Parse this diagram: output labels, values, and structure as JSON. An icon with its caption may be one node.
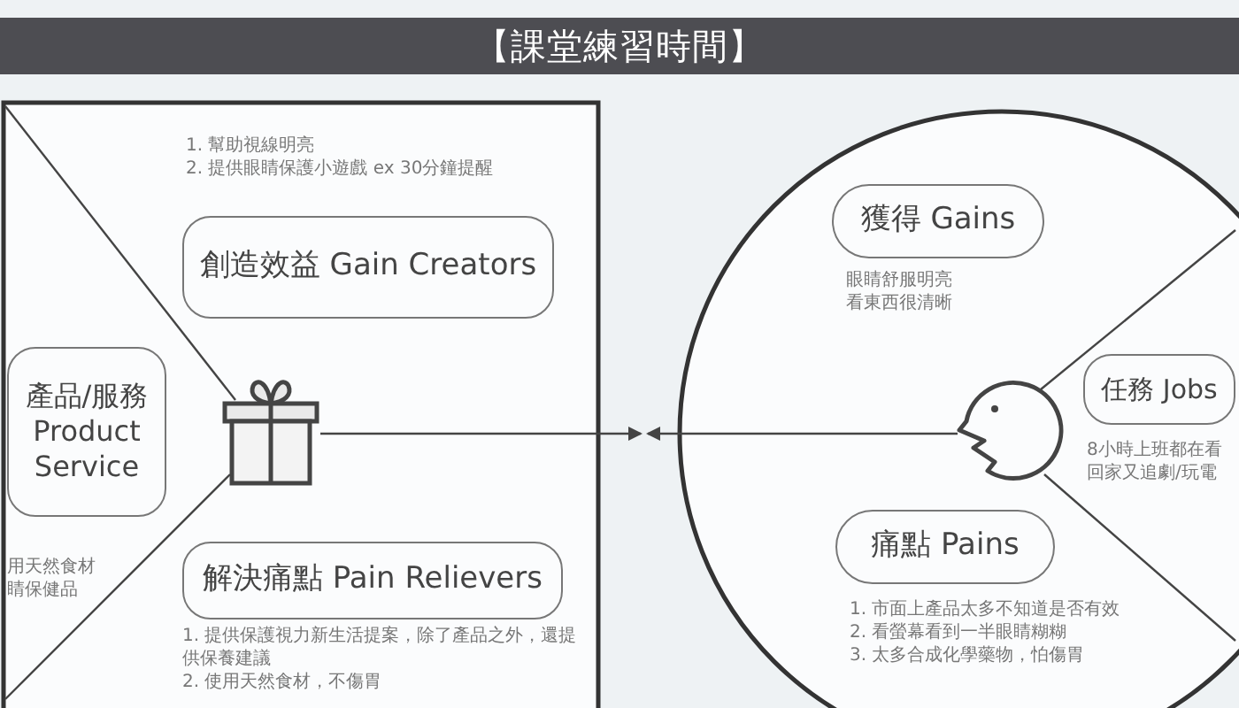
{
  "diagram": {
    "title": "【課堂練習時間】",
    "nodes": [
      {
        "text": [
          "創造效益 Gain Creators"
        ],
        "beside": [
          "1. 幫助視線明亮",
          "2. 提供眼睛保護小遊戲 ex 30分鐘提醒"
        ]
      },
      {
        "text": [
          "產品/服務 Product Service"
        ],
        "beside": [
          "用天然食材",
          "睛保健品"
        ]
      },
      {
        "text": [],
        "shape": "gift"
      },
      {
        "text": [
          "解決痛點 Pain Relievers"
        ],
        "beside": [
          "1. 提供保護視力新生活提案，除了產品之外，還提供保養建議",
          "2. 使用天然食材，不傷胃"
        ]
      },
      {
        "text": [
          "獲得 Gains"
        ],
        "beside": [
          "眼睛舒服明亮",
          "看東西很清晰"
        ]
      },
      {
        "text": [],
        "shape": "picture"
      },
      {
        "text": [
          "任務 Jobs"
        ],
        "beside": [
          "8小時上班都在看",
          "回家又追劇/玩電"
        ]
      },
      {
        "text": [
          "痛點 Pains"
        ],
        "beside": [
          "1. 市面上產品太多不知道是否有效",
          "2. 看螢幕看到一半眼睛糊糊",
          "3. 太多合成化學藥物，怕傷胃"
        ]
      }
    ],
    "edges": [
      {
        "from": 2,
        "to": null,
        "arrow": "to"
      },
      {
        "from": 5,
        "to": null,
        "arrow": "to"
      }
    ]
  }
}
